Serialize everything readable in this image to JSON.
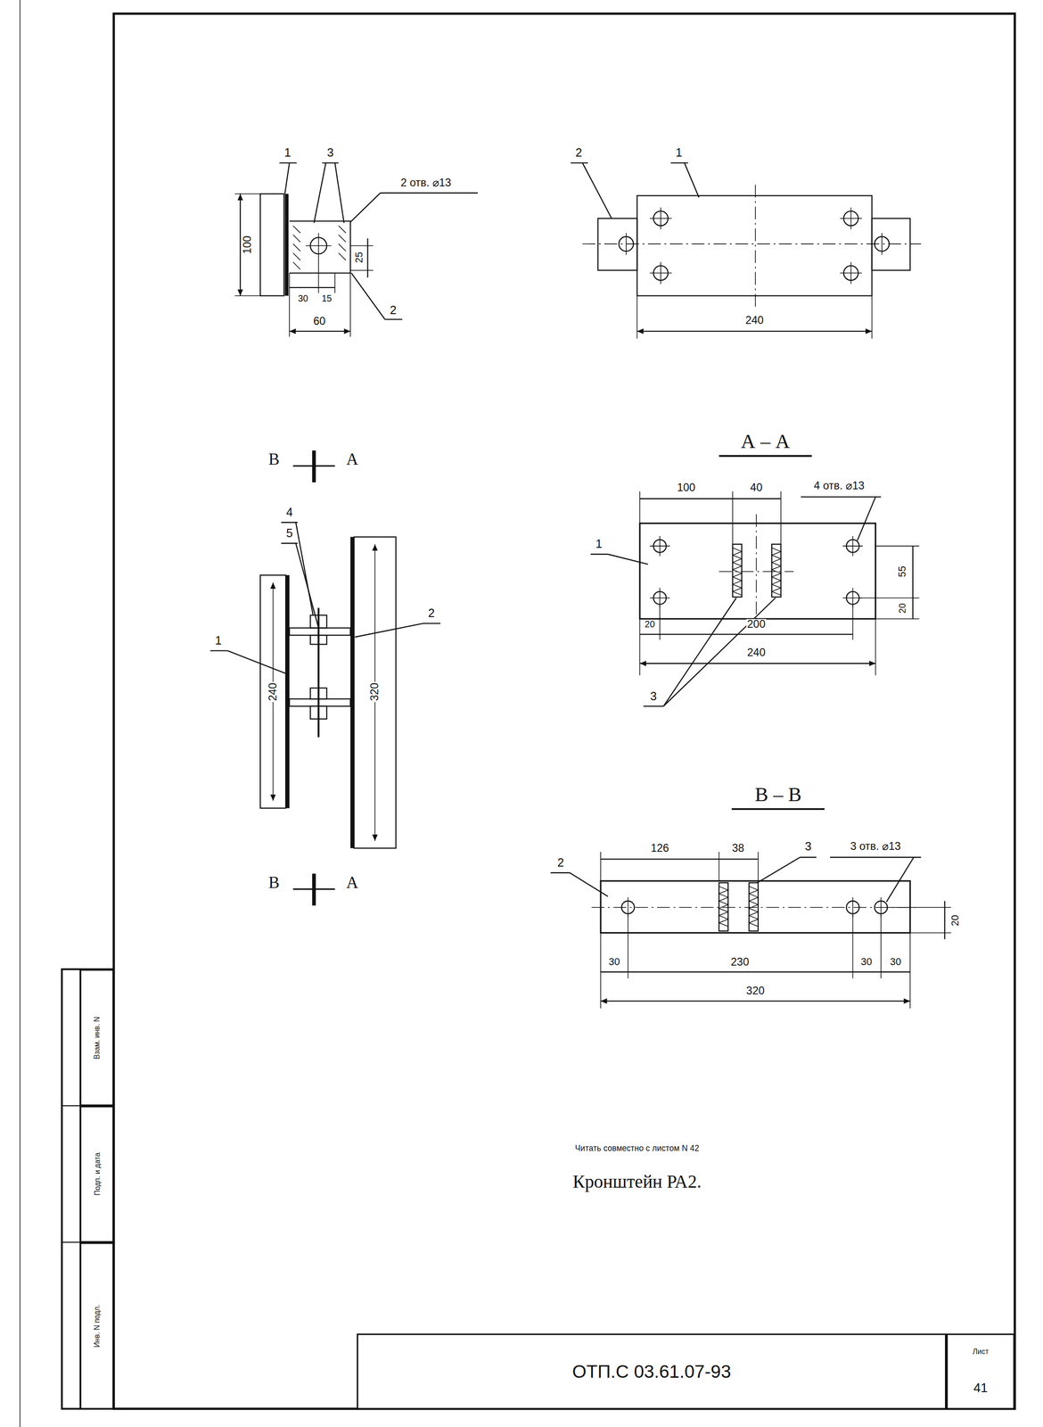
{
  "diagram": {
    "title": "Кронштейн РА2.",
    "nodes": [
      {
        "text": [
          "ОТП.С 03.61.07-93"
        ]
      },
      {
        "text": [
          "Лист",
          "41"
        ]
      },
      {
        "text": [
          "Взам. инв. N"
        ]
      },
      {
        "text": [
          "Подп. и дата"
        ]
      },
      {
        "text": [
          "Инв. N подл."
        ]
      }
    ],
    "labels": [
      "1",
      "3",
      "2 отв. ⌀13",
      "100",
      "25",
      "30",
      "15",
      "60",
      "2",
      "2",
      "1",
      "240",
      "В",
      "А",
      "4",
      "5",
      "1",
      "2",
      "240",
      "320",
      "В",
      "А",
      "А – А",
      "100",
      "40",
      "4 отв. ⌀13",
      "1",
      "55",
      "20",
      "20",
      "200",
      "240",
      "3",
      "В – В",
      "126",
      "38",
      "3",
      "3 отв. ⌀13",
      "2",
      "20",
      "30",
      "230",
      "30",
      "30",
      "320",
      "Читать совместно с листом N 42"
    ]
  }
}
